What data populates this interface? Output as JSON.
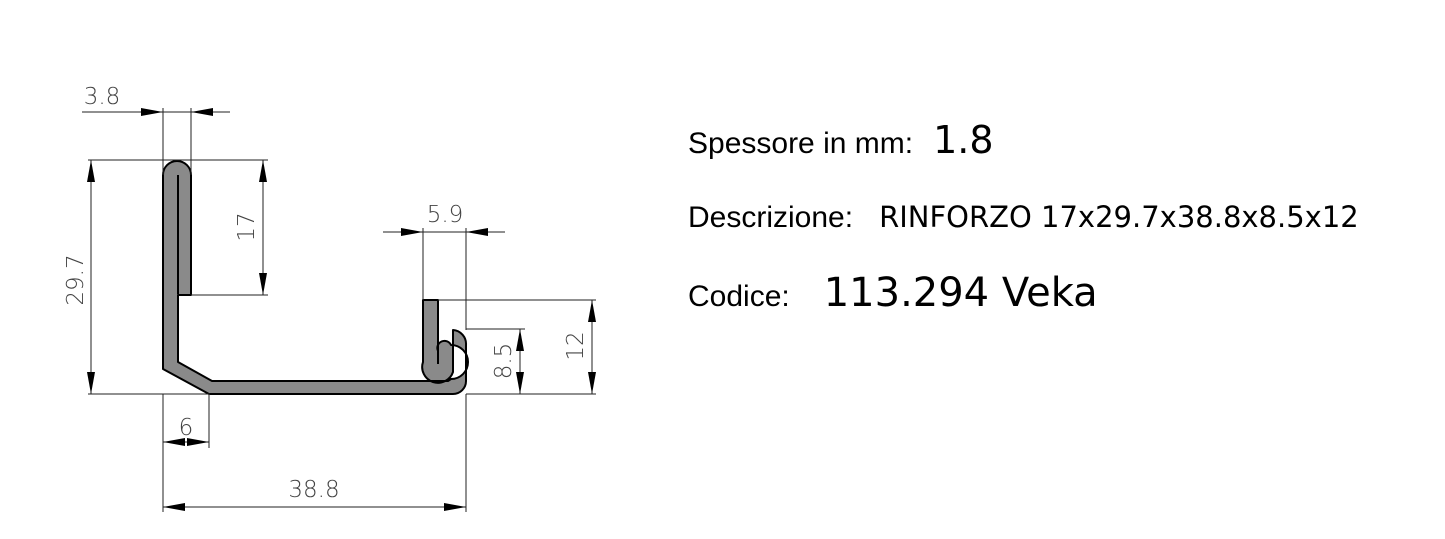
{
  "dimensions": {
    "top_thickness": "3.8",
    "left_height": "29.7",
    "flange_height": "17",
    "right_width": "5.9",
    "right_hook_height": "8.5",
    "right_height": "12",
    "bottom_chamfer": "6",
    "total_width": "38.8"
  },
  "info": {
    "thickness_label": "Spessore in mm:",
    "thickness_value": "1.8",
    "description_label": "Descrizione:",
    "description_value": "RINFORZO 17x29.7x38.8x8.5x12",
    "code_label": "Codice:",
    "code_value": "113.294 Veka"
  },
  "colors": {
    "profile_fill": "#8a8a8a",
    "profile_stroke": "#000000",
    "dimension_text": "#444444"
  }
}
